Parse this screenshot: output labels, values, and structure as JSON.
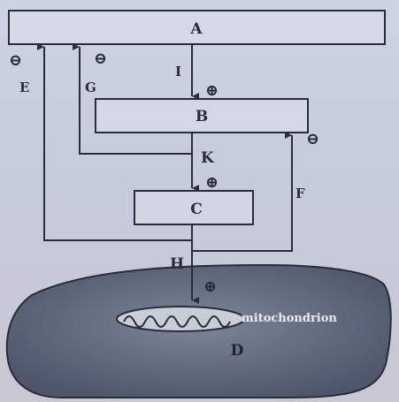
{
  "boxes": {
    "A": "A",
    "B": "B",
    "C": "C",
    "D": "D"
  },
  "arrows": {
    "I": "I",
    "K": "K",
    "H": "H",
    "E": "E",
    "G": "G",
    "F": "F"
  },
  "signs": {
    "plus": "⊕",
    "minus": "⊖"
  },
  "organelle": {
    "label": "mitochondrion"
  }
}
